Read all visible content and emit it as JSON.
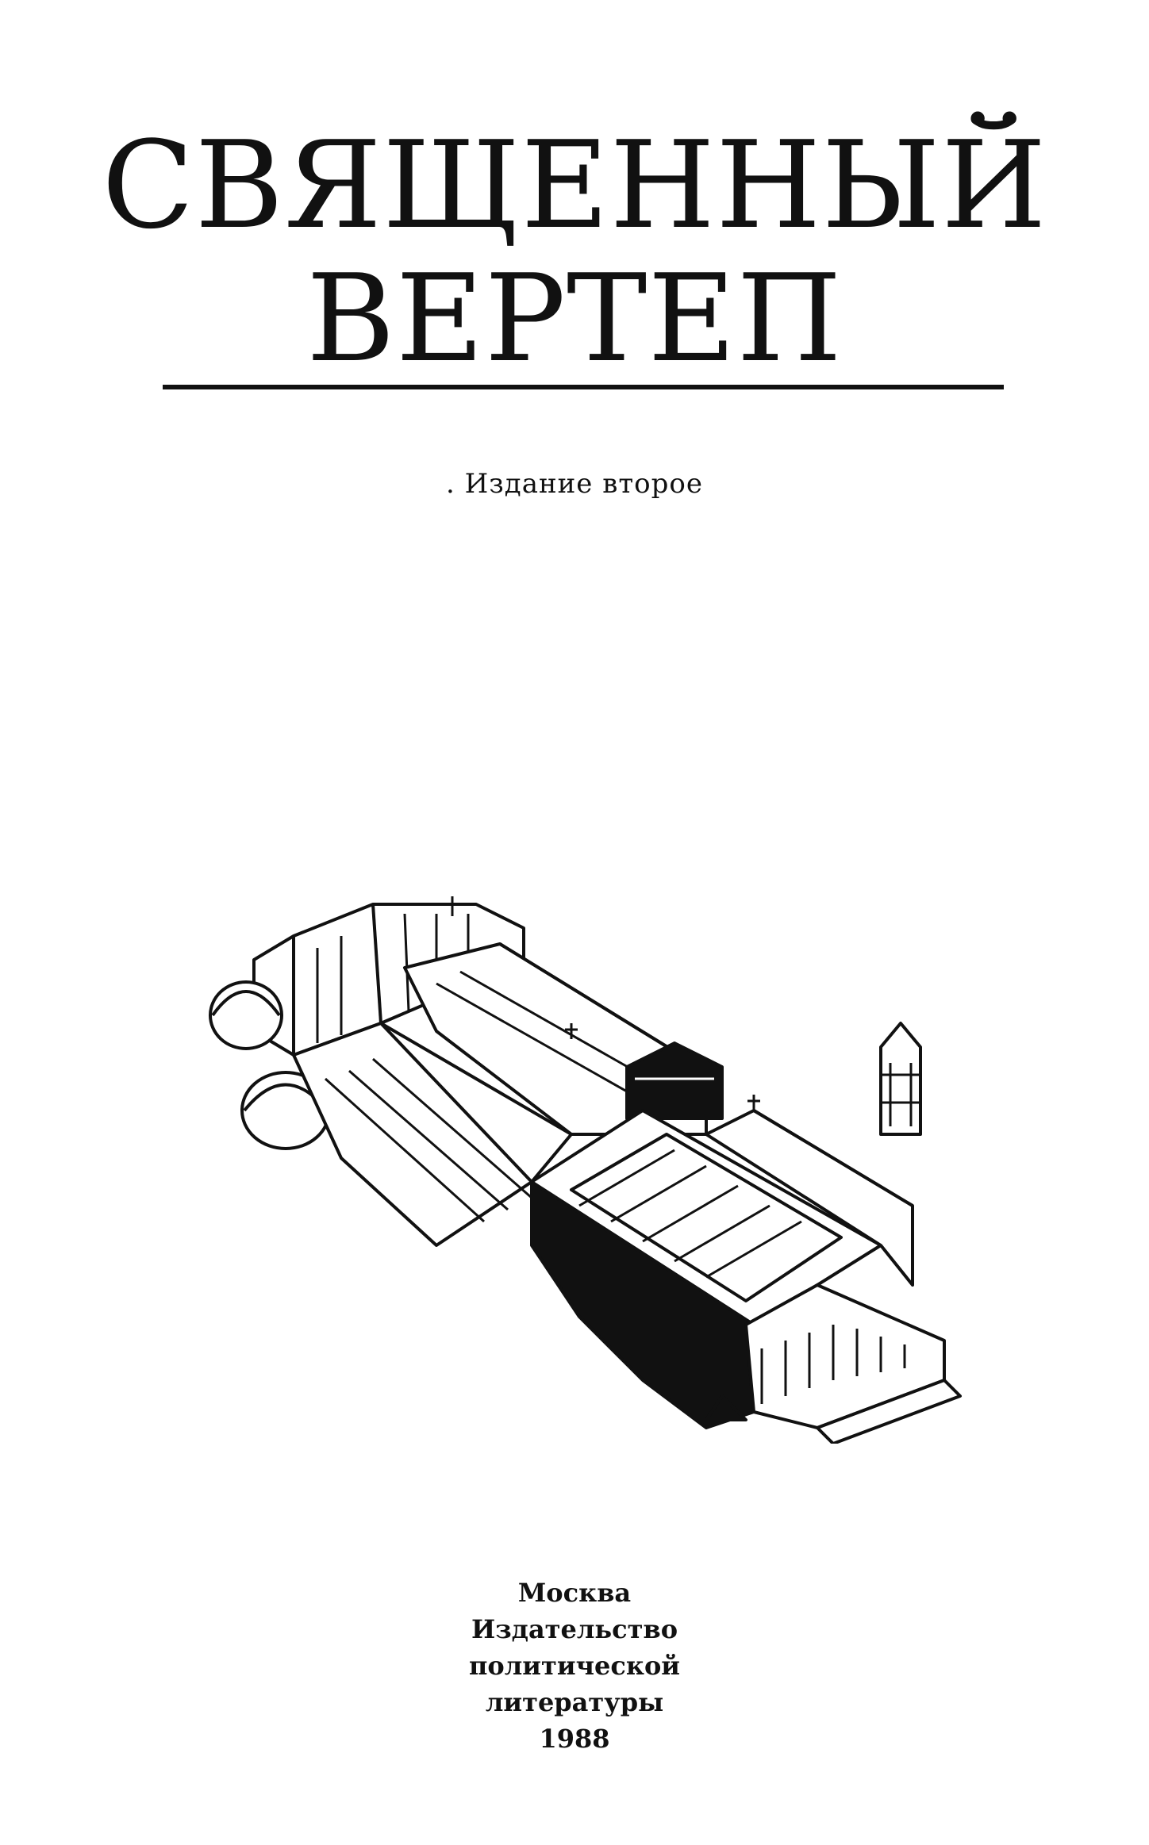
{
  "title": {
    "line1": "СВЯЩЕННЫЙ",
    "line2": "ВЕРТЕП"
  },
  "edition": ". Издание второе",
  "imprint": {
    "city": "Москва",
    "publisher_line1": "Издательство",
    "publisher_line2": "политической",
    "publisher_line3": "литературы",
    "year": "1988"
  },
  "illustration": {
    "subject": "architectural-complex-engraving",
    "ink_color": "#111111"
  }
}
